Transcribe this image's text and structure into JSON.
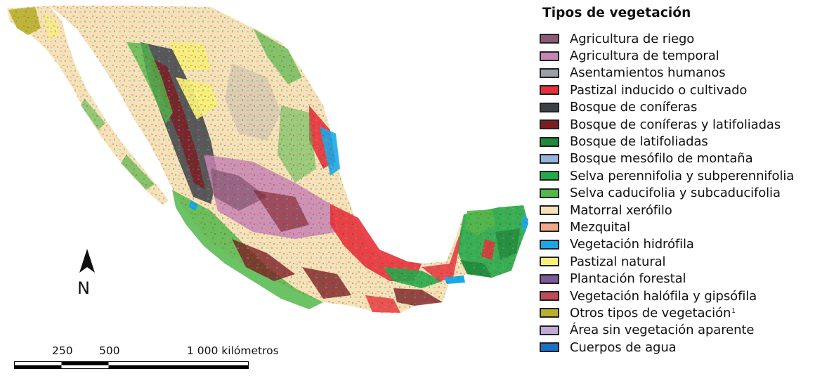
{
  "legend": {
    "title": "Tipos de vegetación",
    "items": [
      {
        "label": "Agricultura de riego",
        "color": "#8a5a78"
      },
      {
        "label": "Agricultura de temporal",
        "color": "#c884b4"
      },
      {
        "label": "Asentamientos humanos",
        "color": "#9aa0a8"
      },
      {
        "label": "Pastizal inducido o cultivado",
        "color": "#e8303a"
      },
      {
        "label": "Bosque de coníferas",
        "color": "#3a4048"
      },
      {
        "label": "Bosque de coníferas y latifoliadas",
        "color": "#7a1e24"
      },
      {
        "label": "Bosque de latifoliadas",
        "color": "#1f8a3c"
      },
      {
        "label": "Bosque mesófilo de montaña",
        "color": "#98b0dc"
      },
      {
        "label": "Selva perennifolia y subperennifolia",
        "color": "#22aa4a"
      },
      {
        "label": "Selva caducifolia y subcaducifolia",
        "color": "#52b84a"
      },
      {
        "label": "Matorral xerófilo",
        "color": "#f6e2b8"
      },
      {
        "label": "Mezquital",
        "color": "#f0a888"
      },
      {
        "label": "Vegetación hidrófila",
        "color": "#18a8e8"
      },
      {
        "label": "Pastizal natural",
        "color": "#f8f078"
      },
      {
        "label": "Plantación forestal",
        "color": "#7a5a98"
      },
      {
        "label": "Vegetación halófila y gipsófila",
        "color": "#c04a56"
      },
      {
        "label": "Otros tipos de vegetación",
        "color": "#b8b02a",
        "footnote": "1"
      },
      {
        "label": "Área sin vegetación aparente",
        "color": "#c0a8d8"
      },
      {
        "label": "Cuerpos de agua",
        "color": "#1870c8"
      }
    ]
  },
  "north_arrow": {
    "label": "N"
  },
  "scale_bar": {
    "ticks": [
      {
        "label": "250"
      },
      {
        "label": "500"
      },
      {
        "label": "1 000 kilómetros"
      }
    ]
  }
}
